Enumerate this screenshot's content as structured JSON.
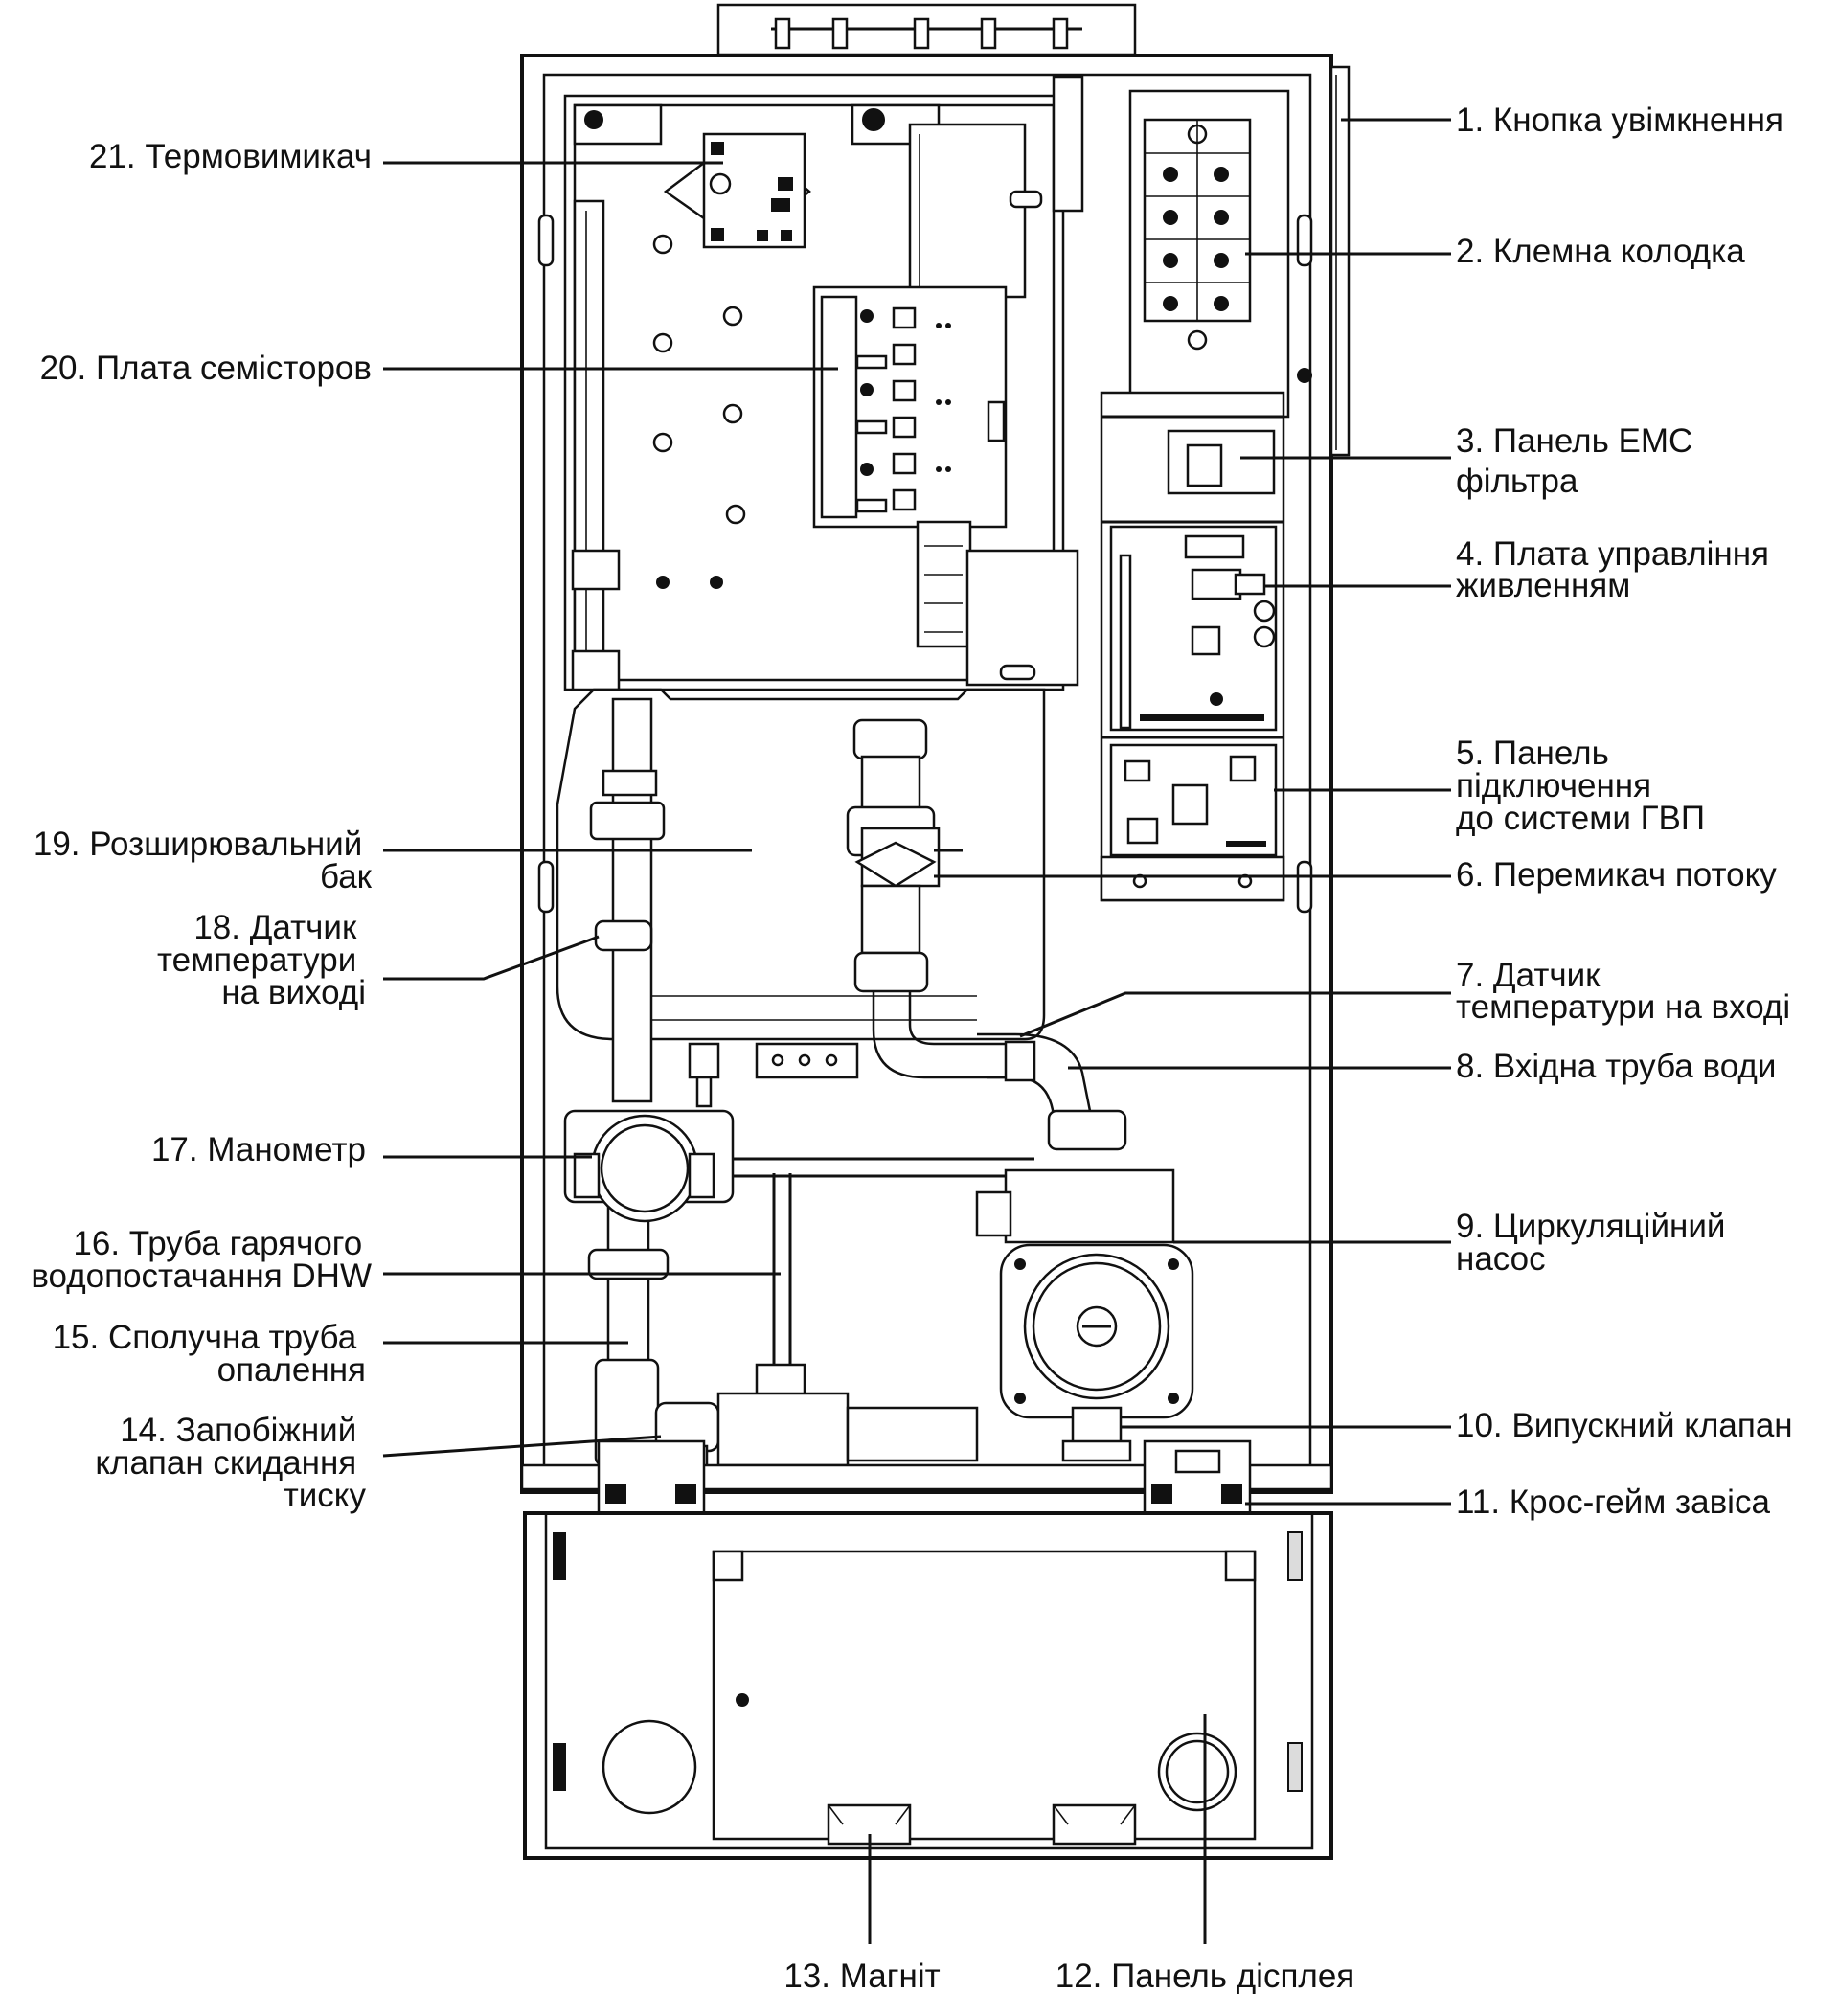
{
  "labels": {
    "l1": [
      "1. Кнопка увімкнення"
    ],
    "l2": [
      "2. Клемна колодка"
    ],
    "l3": [
      "3. Панель ЕМС",
      "фільтра"
    ],
    "l4": [
      "4. Плата управління",
      "живленням"
    ],
    "l5": [
      "5. Панель",
      "підключення",
      "до системи ГВП"
    ],
    "l6": [
      "6. Перемикач потоку"
    ],
    "l7": [
      "7. Датчик",
      "температури на вході"
    ],
    "l8": [
      "8. Вхідна труба води"
    ],
    "l9": [
      "9. Циркуляційний",
      "насос"
    ],
    "l10": [
      "10. Випускний клапан"
    ],
    "l11": [
      "11. Крос-гейм завіса"
    ],
    "l12": [
      "12. Панель дісплея"
    ],
    "l13": [
      "13. Магніт"
    ],
    "l14": [
      "14. Запобіжний",
      "клапан скидання",
      "тиску"
    ],
    "l15": [
      "15. Сполучна труба",
      "опалення"
    ],
    "l16": [
      "16. Труба гарячого",
      "водопостачання DHW"
    ],
    "l17": [
      "17. Манометр"
    ],
    "l18": [
      "18. Датчик",
      "температури",
      "на виході"
    ],
    "l19": [
      "19. Розширювальний",
      "бак"
    ],
    "l20": [
      "20. Плата семісторов"
    ],
    "l21": [
      "21. Термовимикач"
    ]
  }
}
